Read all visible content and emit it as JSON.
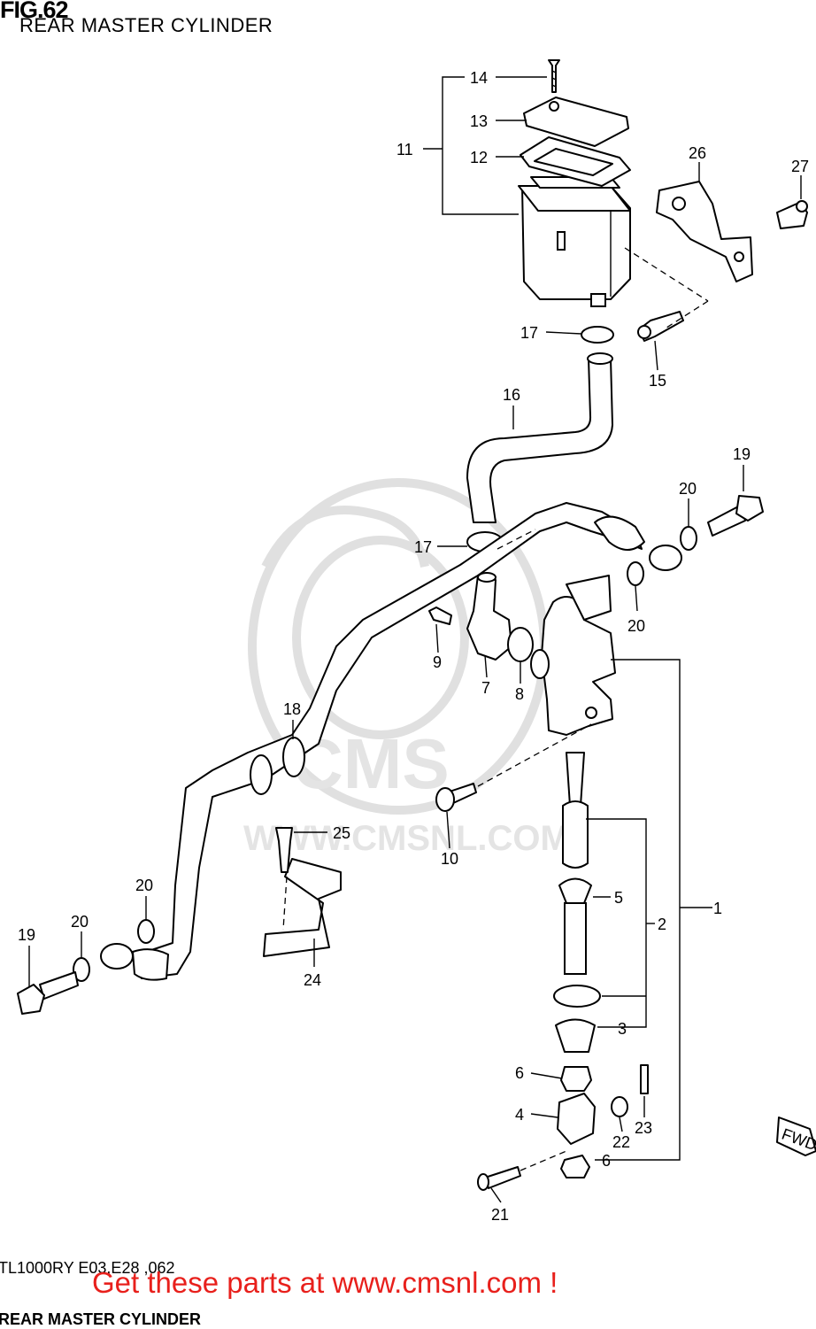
{
  "header": {
    "figure_number": "FIG.62",
    "title": "REAR MASTER CYLINDER"
  },
  "footer": {
    "model_code": "TL1000RY E03,E28 ,062",
    "title": "REAR MASTER CYLINDER",
    "promo": "Get these parts at www.cmsnl.com !"
  },
  "watermark": {
    "brand": "CMS",
    "url": "WWW.CMSNL.COM"
  },
  "direction_badge": "FWD",
  "callouts": [
    "1",
    "2",
    "3",
    "4",
    "5",
    "6",
    "6",
    "7",
    "8",
    "9",
    "10",
    "11",
    "12",
    "13",
    "14",
    "15",
    "16",
    "17",
    "17",
    "18",
    "19",
    "19",
    "20",
    "20",
    "20",
    "20",
    "21",
    "22",
    "23",
    "24",
    "25",
    "26",
    "27"
  ],
  "colors": {
    "promo": "#e8201c",
    "line": "#000000",
    "watermark": "#e0e0e0"
  }
}
